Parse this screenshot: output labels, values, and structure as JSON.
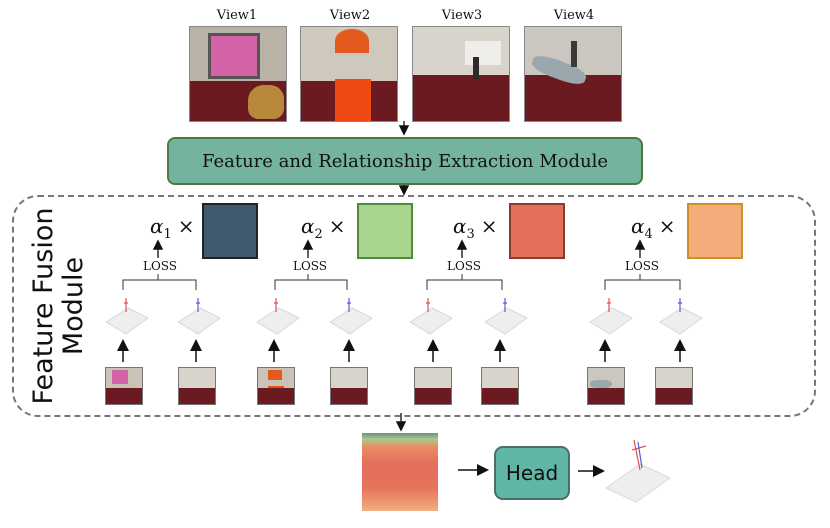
{
  "views": [
    {
      "label": "View1"
    },
    {
      "label": "View2"
    },
    {
      "label": "View3"
    },
    {
      "label": "View4"
    }
  ],
  "extraction_module": {
    "label": "Feature and Relationship Extraction Module"
  },
  "fusion_module": {
    "title_line1": "Feature Fusion",
    "title_line2": "Module"
  },
  "branches": [
    {
      "alpha": "α",
      "sub": "1",
      "times": "×",
      "loss": "LOSS",
      "color": "#3e5a6c",
      "border": "#222222"
    },
    {
      "alpha": "α",
      "sub": "2",
      "times": "×",
      "loss": "LOSS",
      "color": "#a8d48e",
      "border": "#4d8a3a"
    },
    {
      "alpha": "α",
      "sub": "3",
      "times": "×",
      "loss": "LOSS",
      "color": "#e4705b",
      "border": "#8a3a2a"
    },
    {
      "alpha": "α",
      "sub": "4",
      "times": "×",
      "loss": "LOSS",
      "color": "#f5ab7a",
      "border": "#c9922a"
    }
  ],
  "head": {
    "label": "Head"
  },
  "colors": {
    "module_fill": "#74b3a0",
    "module_border": "#4d7a39",
    "head_fill": "#5fb5a6"
  }
}
